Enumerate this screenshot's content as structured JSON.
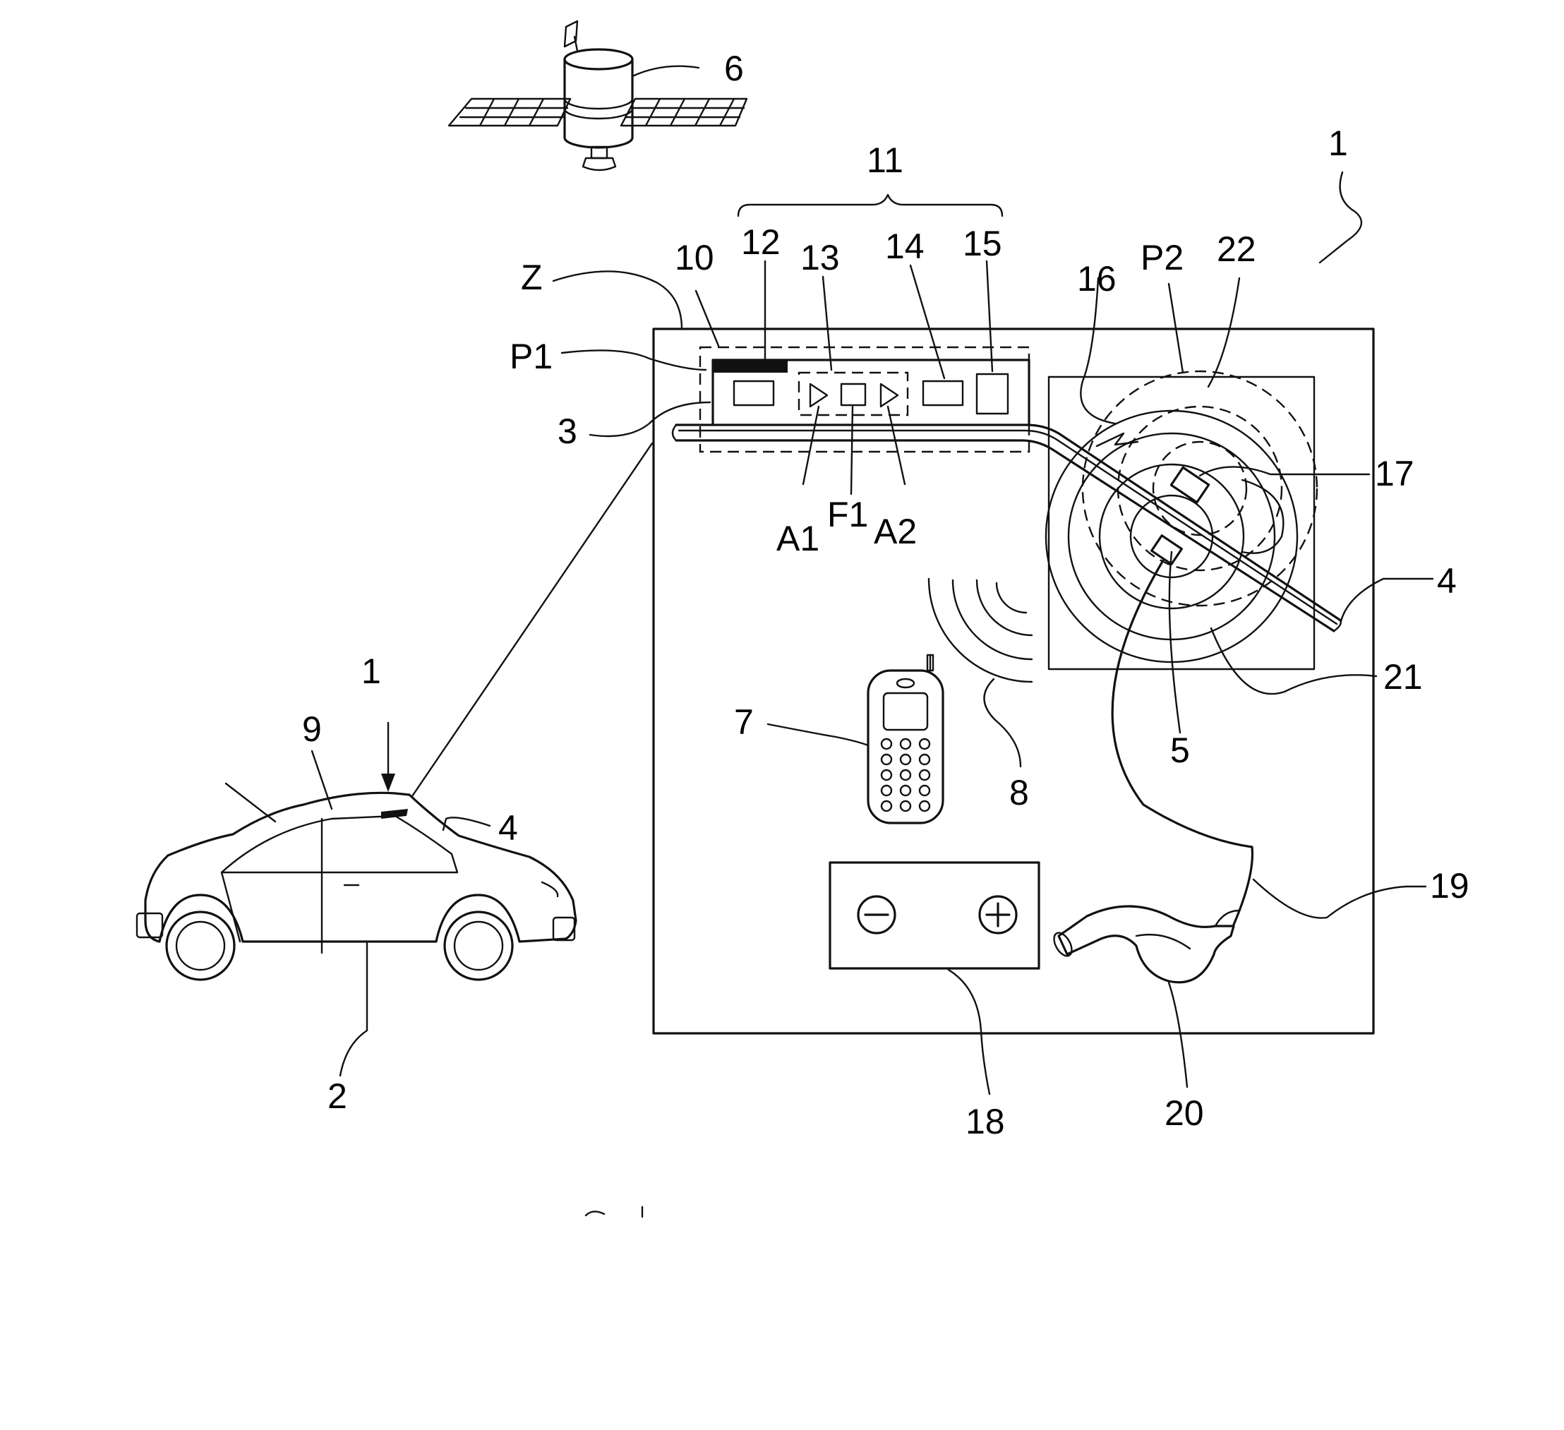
{
  "labels": {
    "n1_top": "1",
    "n1_car": "1",
    "n2": "2",
    "n3": "3",
    "n4_car": "4",
    "n4_right": "4",
    "n5": "5",
    "n6": "6",
    "n7": "7",
    "n8": "8",
    "n9": "9",
    "n10": "10",
    "n11": "11",
    "n12": "12",
    "n13": "13",
    "n14": "14",
    "n15": "15",
    "n16": "16",
    "n17": "17",
    "n18": "18",
    "n19": "19",
    "n20": "20",
    "n21": "21",
    "n22": "22",
    "Z": "Z",
    "P1": "P1",
    "P2": "P2",
    "A1": "A1",
    "A2": "A2",
    "F1": "F1"
  },
  "battery": {
    "minus_symbol": "−",
    "plus_symbol": "+"
  },
  "colors": {
    "ink": "#111111",
    "background": "#ffffff"
  }
}
